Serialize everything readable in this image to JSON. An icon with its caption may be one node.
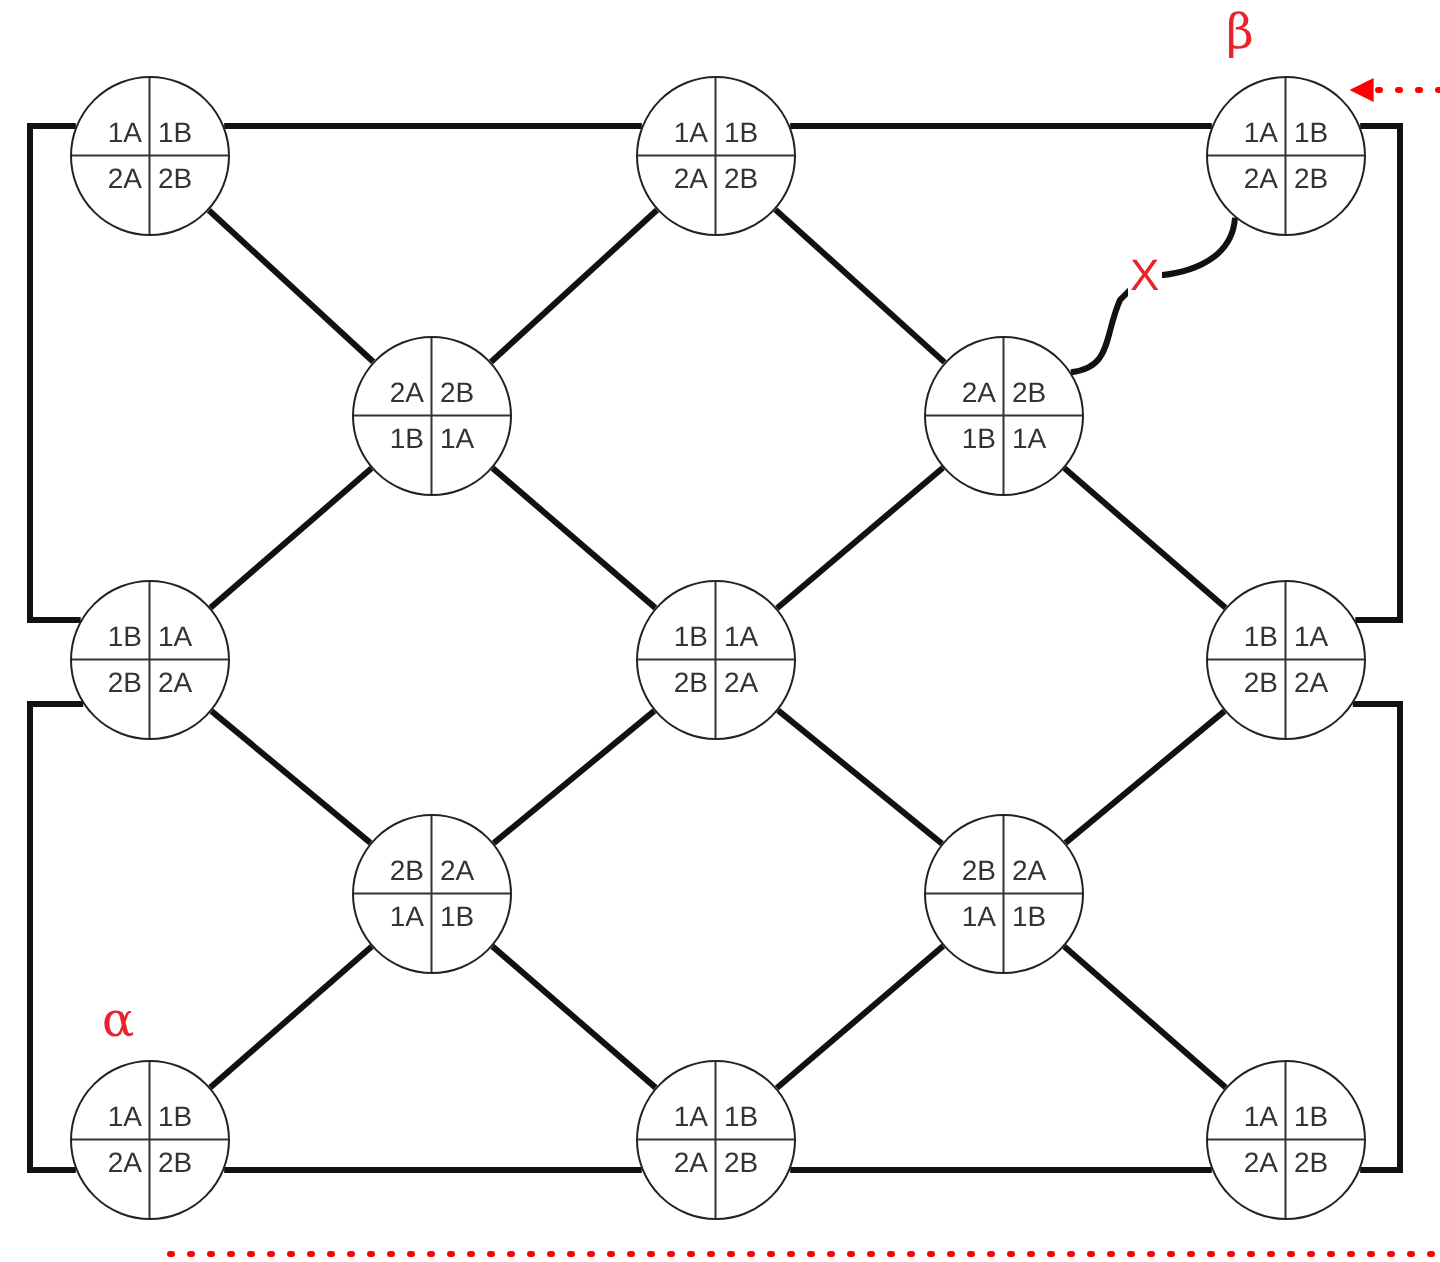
{
  "diagram": {
    "nodes": [
      {
        "text": [
          "1A",
          "1B",
          "2A",
          "2B"
        ]
      },
      {
        "text": [
          "1A",
          "1B",
          "2A",
          "2B"
        ]
      },
      {
        "text": [
          "1A",
          "1B",
          "2A",
          "2B"
        ],
        "beside": [
          "β"
        ]
      },
      {
        "text": [
          "2A",
          "2B",
          "1B",
          "1A"
        ]
      },
      {
        "text": [
          "2A",
          "2B",
          "1B",
          "1A"
        ]
      },
      {
        "text": [
          "1B",
          "1A",
          "2B",
          "2A"
        ]
      },
      {
        "text": [
          "1B",
          "1A",
          "2B",
          "2A"
        ]
      },
      {
        "text": [
          "1B",
          "1A",
          "2B",
          "2A"
        ]
      },
      {
        "text": [
          "2B",
          "2A",
          "1A",
          "1B"
        ]
      },
      {
        "text": [
          "2B",
          "2A",
          "1A",
          "1B"
        ]
      },
      {
        "text": [
          "1A",
          "1B",
          "2A",
          "2B"
        ],
        "beside": [
          "α"
        ]
      },
      {
        "text": [
          "1A",
          "1B",
          "2A",
          "2B"
        ]
      },
      {
        "text": [
          "1A",
          "1B",
          "2A",
          "2B"
        ]
      }
    ],
    "edges": [
      {
        "from": 0,
        "to": 1,
        "arrow": "none"
      },
      {
        "from": 1,
        "to": 2,
        "arrow": "none"
      },
      {
        "from": 0,
        "to": 5,
        "arrow": "none"
      },
      {
        "from": 0,
        "to": 3,
        "arrow": "none"
      },
      {
        "from": 1,
        "to": 3,
        "arrow": "none"
      },
      {
        "from": 1,
        "to": 4,
        "arrow": "none"
      },
      {
        "from": 4,
        "to": 2,
        "arrow": "none",
        "label": "X"
      },
      {
        "from": 2,
        "to": 7,
        "arrow": "none"
      },
      {
        "from": 3,
        "to": 5,
        "arrow": "none"
      },
      {
        "from": 3,
        "to": 6,
        "arrow": "none"
      },
      {
        "from": 4,
        "to": 6,
        "arrow": "none"
      },
      {
        "from": 4,
        "to": 7,
        "arrow": "none"
      },
      {
        "from": 5,
        "to": 8,
        "arrow": "none"
      },
      {
        "from": 6,
        "to": 8,
        "arrow": "none"
      },
      {
        "from": 6,
        "to": 9,
        "arrow": "none"
      },
      {
        "from": 7,
        "to": 9,
        "arrow": "none"
      },
      {
        "from": 5,
        "to": 10,
        "arrow": "none"
      },
      {
        "from": 7,
        "to": 12,
        "arrow": "none"
      },
      {
        "from": 8,
        "to": 10,
        "arrow": "none"
      },
      {
        "from": 8,
        "to": 11,
        "arrow": "none"
      },
      {
        "from": 9,
        "to": 11,
        "arrow": "none"
      },
      {
        "from": 9,
        "to": 12,
        "arrow": "none"
      },
      {
        "from": 10,
        "to": 11,
        "arrow": "none"
      },
      {
        "from": 11,
        "to": 12,
        "arrow": "none"
      },
      {
        "from": null,
        "to": 2,
        "arrow": "to",
        "style": "dashed",
        "color": "#ff0000"
      },
      {
        "from": 10,
        "to": null,
        "arrow": "none",
        "style": "dashed",
        "color": "#ff0000"
      }
    ]
  }
}
